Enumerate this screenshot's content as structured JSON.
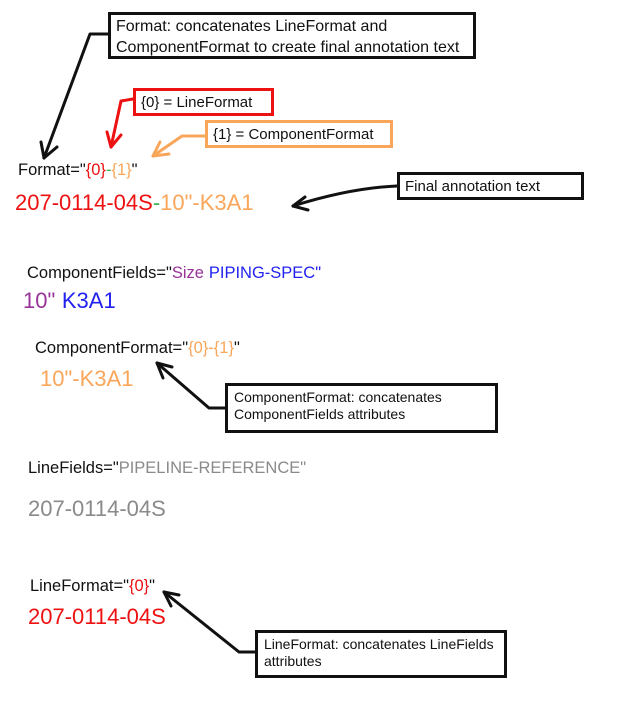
{
  "colors": {
    "red": "#ee1111",
    "orange": "#f9a65a",
    "green": "#3cb054",
    "purple": "#993399",
    "blue": "#2222f0",
    "gray": "#8a8a8a",
    "black": "#111111"
  },
  "callouts": {
    "format_note": {
      "line1": "Format: concatenates LineFormat and",
      "line2": "ComponentFormat to create final annotation text"
    },
    "placeholder0": "{0} = LineFormat",
    "placeholder1": "{1} = ComponentFormat",
    "final_annotation": "Final annotation text",
    "component_format_note": {
      "line1": "ComponentFormat: concatenates",
      "line2": "ComponentFields attributes"
    },
    "line_format_note": {
      "line1": "LineFormat: concatenates LineFields",
      "line2": "attributes"
    }
  },
  "code": {
    "format": {
      "label": "Format=\"",
      "p0": "{0}",
      "sep": "-",
      "p1": "{1}",
      "quote": "\""
    },
    "format_result": {
      "line_part": "207-0114-04S",
      "sep": "-",
      "component_part": "10\"-K3A1"
    },
    "component_fields": {
      "label": "ComponentFields=\"",
      "field1": "Size",
      "field2": "PIPING-SPEC",
      "quote": "\""
    },
    "component_fields_result": {
      "size": "10\"",
      "spec": "K3A1"
    },
    "component_format": {
      "label": "ComponentFormat=\"",
      "body": "{0}-{1}",
      "quote": "\""
    },
    "component_format_result": "10\"-K3A1",
    "line_fields": {
      "label": "LineFields=\"",
      "value": "PIPELINE-REFERENCE",
      "quote": "\""
    },
    "line_fields_result": "207-0114-04S",
    "line_format": {
      "label": "LineFormat=\"",
      "p0": "{0}",
      "quote": "\""
    },
    "line_format_result": "207-0114-04S"
  }
}
